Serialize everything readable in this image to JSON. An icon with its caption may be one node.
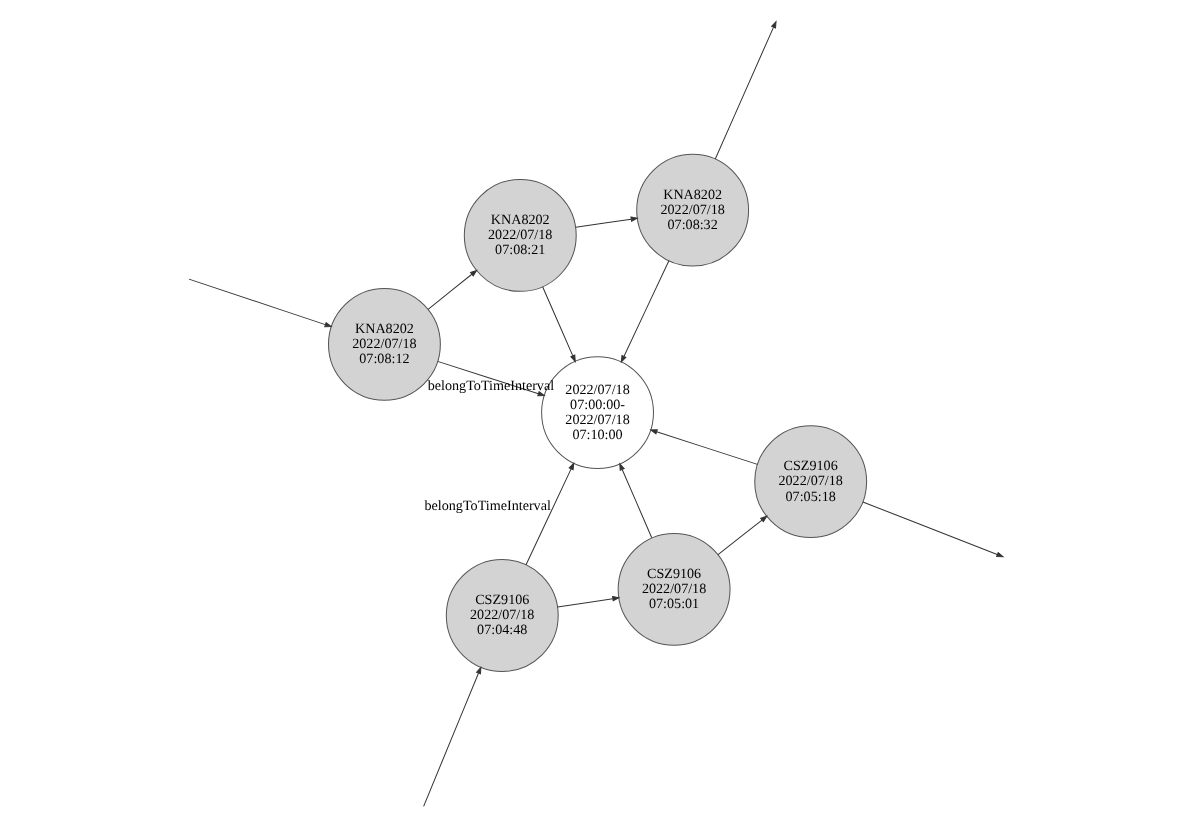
{
  "diagram": {
    "nodes": [
      {
        "text": [
          "CSZ9106",
          "2022/07/18",
          "07:05:18"
        ]
      },
      {
        "text": [
          "CSZ9106",
          "2022/07/18",
          "07:05:01"
        ]
      },
      {
        "text": [
          "CSZ9106",
          "2022/07/18",
          "07:04:48"
        ]
      },
      {
        "text": [
          "2022/07/18 07:00:00- 2022/07/18 07:10:00"
        ]
      },
      {
        "text": [
          "KNA8202",
          "2022/07/18",
          "07:08:32"
        ]
      },
      {
        "text": [
          "KNA8202",
          "2022/07/18",
          "07:08:21"
        ]
      },
      {
        "text": [
          "KNA8202",
          "2022/07/18",
          "07:08:12"
        ]
      }
    ],
    "edges": [
      {
        "from": 0,
        "to": null,
        "arrow": "to"
      },
      {
        "from": 1,
        "to": 0,
        "arrow": "to"
      },
      {
        "from": 2,
        "to": 1,
        "arrow": "to"
      },
      {
        "from": null,
        "to": 2,
        "arrow": "to"
      },
      {
        "from": 0,
        "to": 3,
        "arrow": "to"
      },
      {
        "from": 1,
        "to": 3,
        "arrow": "to"
      },
      {
        "from": 2,
        "to": 3,
        "arrow": "to",
        "label": "belongToTimeInterval"
      },
      {
        "from": 4,
        "to": 3,
        "arrow": "to"
      },
      {
        "from": 5,
        "to": 3,
        "arrow": "to"
      },
      {
        "from": 6,
        "to": 3,
        "arrow": "to",
        "label": "belongToTimeInterval"
      },
      {
        "from": 4,
        "to": null,
        "arrow": "to"
      },
      {
        "from": 5,
        "to": 4,
        "arrow": "to"
      },
      {
        "from": 6,
        "to": 5,
        "arrow": "to"
      },
      {
        "from": null,
        "to": 6,
        "arrow": "to"
      }
    ]
  }
}
